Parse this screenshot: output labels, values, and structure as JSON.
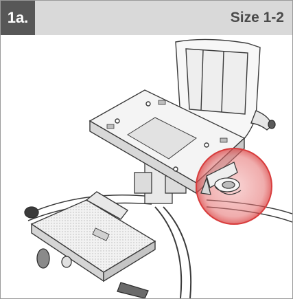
{
  "header": {
    "step_number": "1a.",
    "size_label": "Size 1-2"
  },
  "colors": {
    "badge_bg": "#575757",
    "header_bg": "#d9d9d9",
    "highlight": "#e05a5a"
  },
  "illustration": {
    "subject": "wheelchair-seat-and-footrest-line-drawing",
    "highlight": "red-magnifier-circle-on-seat-locking-latch"
  }
}
